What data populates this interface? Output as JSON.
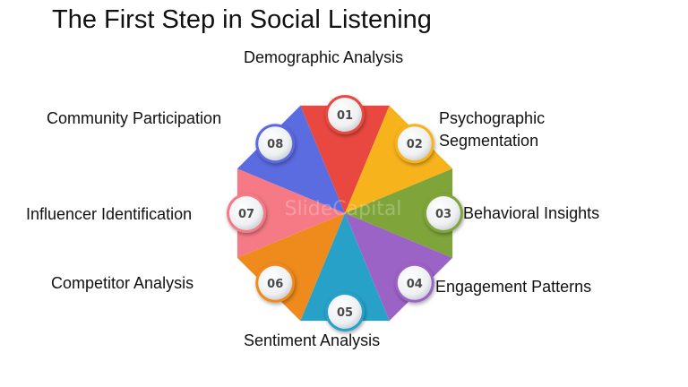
{
  "title": "The First Step in Social Listening",
  "watermark": "SlideCapital",
  "steps": [
    {
      "number": "01",
      "label": "Demographic Analysis",
      "color": "#e8483f"
    },
    {
      "number": "02",
      "label": "Psychographic Segmentation",
      "color": "#f6b31c"
    },
    {
      "number": "03",
      "label": "Behavioral Insights",
      "color": "#7fa53a"
    },
    {
      "number": "04",
      "label": "Engagement Patterns",
      "color": "#9c63c6"
    },
    {
      "number": "05",
      "label": "Sentiment Analysis",
      "color": "#28a1c9"
    },
    {
      "number": "06",
      "label": "Competitor Analysis",
      "color": "#ef8a1c"
    },
    {
      "number": "07",
      "label": "Influencer Identification",
      "color": "#f57a86"
    },
    {
      "number": "08",
      "label": "Community Participation",
      "color": "#5b6be0"
    }
  ]
}
